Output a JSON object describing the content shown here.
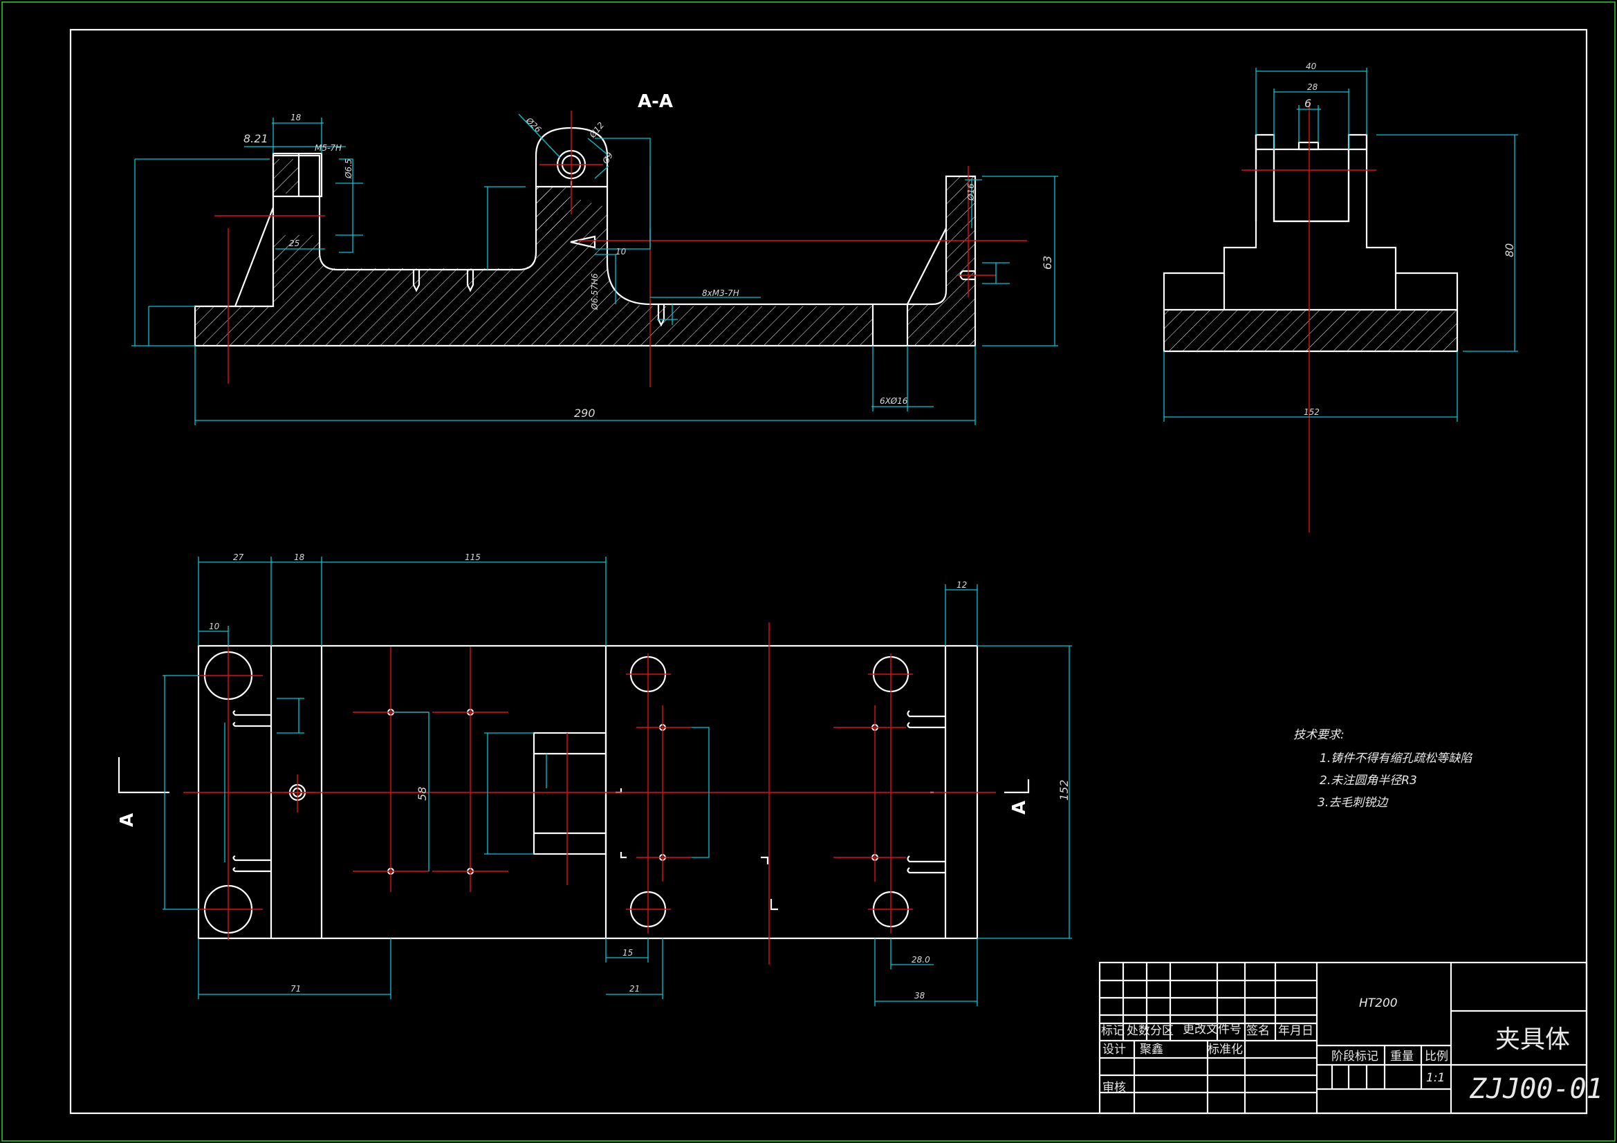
{
  "section_label": "A-A",
  "view_markers": {
    "left_letter": "A",
    "right_letter": "A"
  },
  "dimensions": {
    "overall_length": "290",
    "height_63": "63",
    "d18": "18",
    "d8_21": "8.21",
    "m5": "M5-7H",
    "d25": "25",
    "d26": "Ø26",
    "d10": "10",
    "thread_bottom": "8xM3-7H",
    "holes_6x16": "6XØ16",
    "d16_side": "Ø16",
    "d12_dia": "Ø12",
    "d9": "Ø9",
    "d56": "Ø6.5",
    "fit_dia": "Ø6.57H6",
    "side_40": "40",
    "side_28": "28",
    "side_6": "6",
    "side_80": "80",
    "side_152": "152",
    "plan_27": "27",
    "plan_18": "18",
    "plan_115": "115",
    "plan_10": "10",
    "plan_12": "12",
    "plan_58": "58",
    "plan_152": "152",
    "plan_71": "71",
    "plan_15": "15",
    "plan_21": "21",
    "plan_28": "28.0",
    "plan_38": "38"
  },
  "notes": {
    "heading": "技术要求:",
    "items": [
      "1.铸件不得有缩孔疏松等缺陷",
      "2.未注圆角半径R3",
      "3.去毛刺锐边"
    ]
  },
  "title_block": {
    "material": "HT200",
    "part_name": "夹具体",
    "drawing_no": "ZJJ00-01",
    "scale_value": "1:1",
    "headers": [
      "标记",
      "处数",
      "分区",
      "更改文件号",
      "签名",
      "年月日"
    ],
    "design_label": "设计",
    "designer": "聚鑫",
    "standard_label": "标准化",
    "review_label": "审核",
    "stage_label": "阶段标记",
    "weight_label": "重量",
    "scale_label": "比例"
  }
}
